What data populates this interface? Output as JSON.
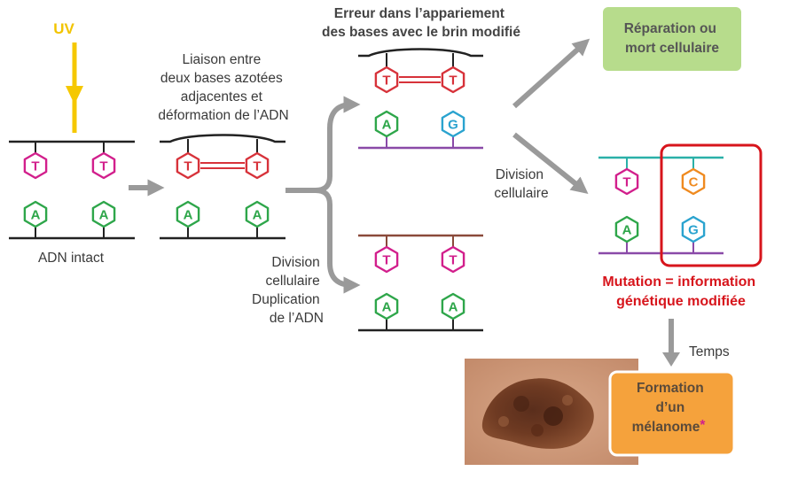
{
  "labels": {
    "uv": "UV",
    "intact": "ADN intact",
    "liaison": [
      "Liaison entre",
      "deux bases azotées",
      "adjacentes et",
      "déformation de l’ADN"
    ],
    "erreur": [
      "Erreur dans l’appariement",
      "des bases avec le brin modifié"
    ],
    "division_top": [
      "Division",
      "cellulaire"
    ],
    "division_bottom": [
      "Division",
      "cellulaire",
      "Duplication",
      "de l’ADN"
    ],
    "mutation": [
      "Mutation = information",
      "génétique modifiée"
    ],
    "temps": "Temps"
  },
  "boxes": {
    "reparation": [
      "Réparation ou",
      "mort cellulaire"
    ],
    "formation": [
      "Formation",
      "d’un",
      "mélanome"
    ],
    "asterisk": "*"
  },
  "bases": {
    "intact": [
      [
        "T",
        "A"
      ],
      [
        "T",
        "A"
      ]
    ],
    "dimer": [
      [
        "T",
        "A"
      ],
      [
        "T",
        "A"
      ]
    ],
    "error": [
      [
        "T",
        "A"
      ],
      [
        "T",
        "G"
      ]
    ],
    "duplicate": [
      [
        "T",
        "A"
      ],
      [
        "T",
        "A"
      ]
    ],
    "mutant": [
      [
        "T",
        "A"
      ],
      [
        "C",
        "G"
      ]
    ]
  },
  "colors": {
    "T": "#d21f8c",
    "A": "#2ea64a",
    "G": "#2aa3cf",
    "C": "#ef8a1f",
    "dimer_T": "#d7323a",
    "uv": "#f5c800",
    "arrow": "#9a9a9a",
    "green_box": "#b7dc8c",
    "orange_box": "#f5a23c",
    "mutation_red": "#d7151c"
  }
}
